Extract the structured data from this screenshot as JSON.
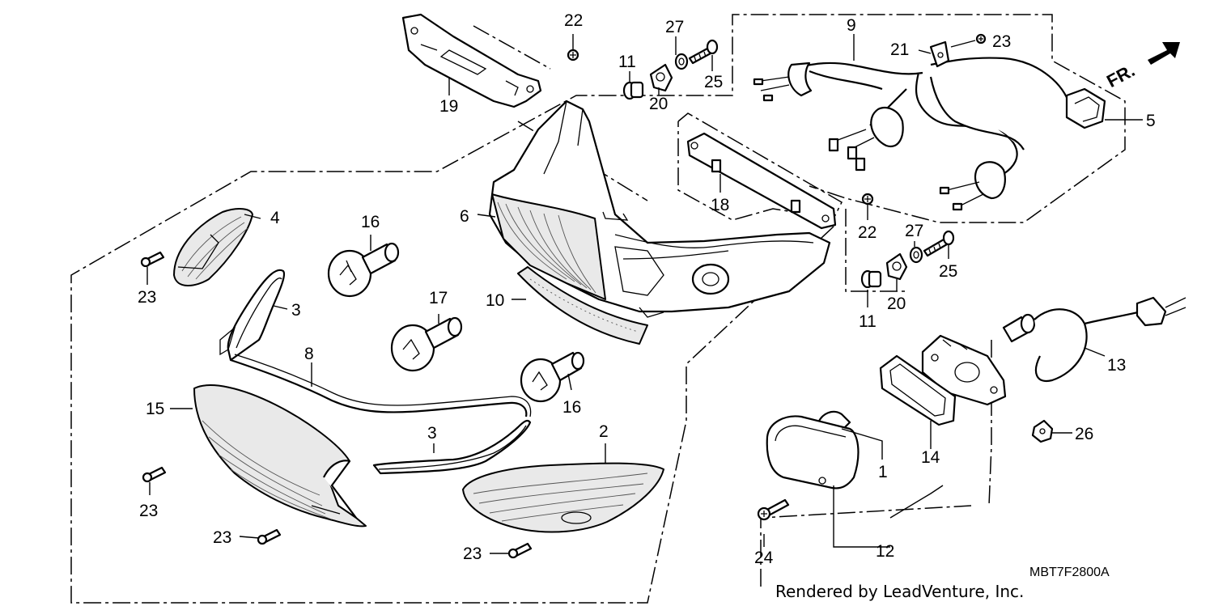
{
  "callouts": [
    {
      "id": "c1",
      "text": "1"
    },
    {
      "id": "c2",
      "text": "2"
    },
    {
      "id": "c3a",
      "text": "3"
    },
    {
      "id": "c3b",
      "text": "3"
    },
    {
      "id": "c4",
      "text": "4"
    },
    {
      "id": "c5",
      "text": "5"
    },
    {
      "id": "c6",
      "text": "6"
    },
    {
      "id": "c8",
      "text": "8"
    },
    {
      "id": "c9",
      "text": "9"
    },
    {
      "id": "c10",
      "text": "10"
    },
    {
      "id": "c11a",
      "text": "11"
    },
    {
      "id": "c11b",
      "text": "11"
    },
    {
      "id": "c12",
      "text": "12"
    },
    {
      "id": "c13",
      "text": "13"
    },
    {
      "id": "c14",
      "text": "14"
    },
    {
      "id": "c15",
      "text": "15"
    },
    {
      "id": "c16a",
      "text": "16"
    },
    {
      "id": "c16b",
      "text": "16"
    },
    {
      "id": "c17",
      "text": "17"
    },
    {
      "id": "c18",
      "text": "18"
    },
    {
      "id": "c19",
      "text": "19"
    },
    {
      "id": "c20a",
      "text": "20"
    },
    {
      "id": "c20b",
      "text": "20"
    },
    {
      "id": "c21",
      "text": "21"
    },
    {
      "id": "c22a",
      "text": "22"
    },
    {
      "id": "c22b",
      "text": "22"
    },
    {
      "id": "c23a",
      "text": "23"
    },
    {
      "id": "c23b",
      "text": "23"
    },
    {
      "id": "c23c",
      "text": "23"
    },
    {
      "id": "c23d",
      "text": "23"
    },
    {
      "id": "c23e",
      "text": "23"
    },
    {
      "id": "c24",
      "text": "24"
    },
    {
      "id": "c25a",
      "text": "25"
    },
    {
      "id": "c25b",
      "text": "25"
    },
    {
      "id": "c26",
      "text": "26"
    },
    {
      "id": "c27a",
      "text": "27"
    },
    {
      "id": "c27b",
      "text": "27"
    }
  ],
  "direction_label": "FR.",
  "diagram_code": "MBT7F2800A",
  "credit": "Rendered by LeadVenture, Inc."
}
